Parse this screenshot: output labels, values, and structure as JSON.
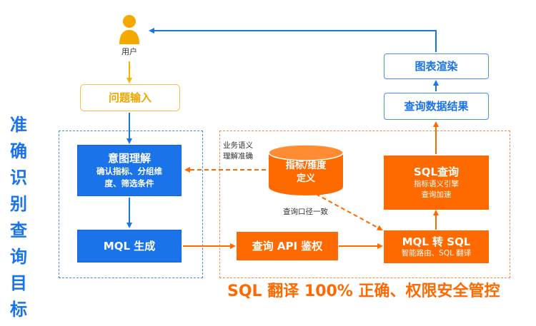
{
  "nodes": {
    "user": {
      "label": "用户"
    },
    "question_input": {
      "label": "问题输入"
    },
    "intent": {
      "title": "意图理解",
      "detail": [
        "确认指标、分组维",
        "度、筛选条件"
      ]
    },
    "mql": {
      "title": "MQL 生成"
    },
    "metric_def": {
      "title": [
        "指标/维度",
        "定义"
      ]
    },
    "api_auth": {
      "title": "查询 API 鉴权"
    },
    "mql_to_sql": {
      "title": "MQL 转 SQL",
      "detail": "智能路由、SQL 翻译"
    },
    "sql_query": {
      "title": "SQL查询",
      "detail": [
        "指标语义引擎",
        "查询加速"
      ]
    },
    "result": {
      "title": "查询数据结果"
    },
    "render": {
      "title": "图表渲染"
    }
  },
  "annotations": {
    "semantic": [
      "业务语义",
      "理解准确"
    ],
    "consistency": "查询口径一致"
  },
  "regions": {
    "left_title": [
      "准",
      "确",
      "识",
      "别",
      "查",
      "询",
      "目",
      "标"
    ],
    "bottom_title": "SQL 翻译 100% 正确、权限安全管控"
  },
  "colors": {
    "blue": "#1a73e8",
    "orange": "#ff6a00",
    "yellow": "#f5b400"
  }
}
